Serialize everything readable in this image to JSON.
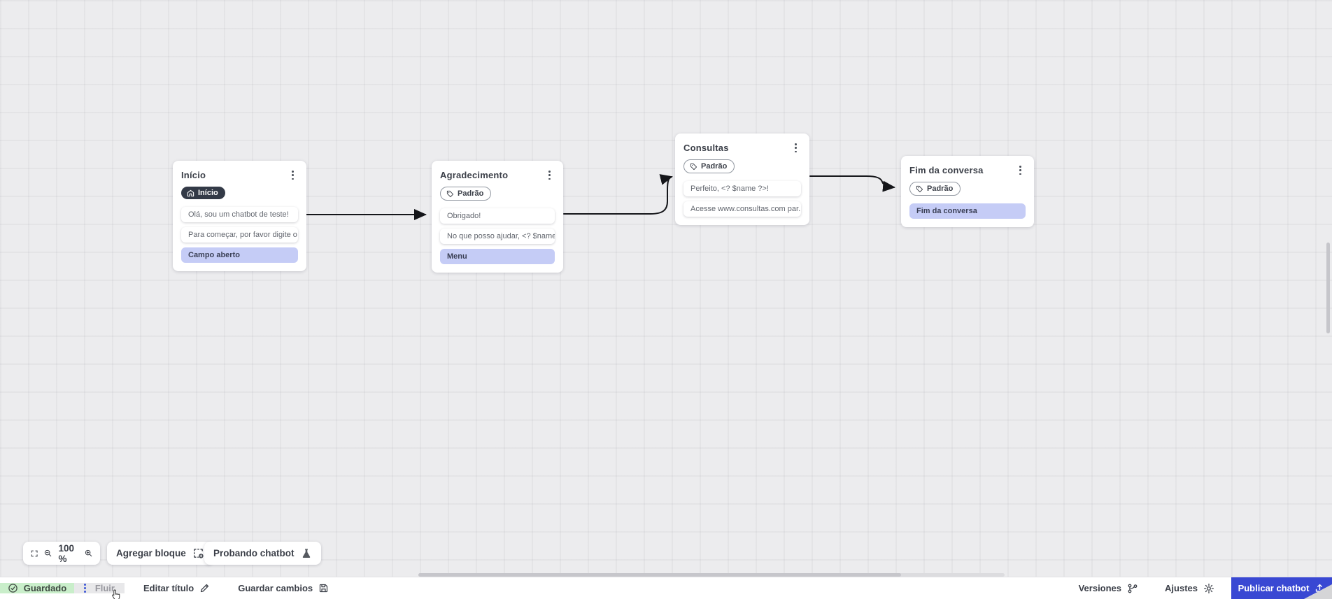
{
  "canvas": {
    "zoom_value": "100 %",
    "nodes": [
      {
        "title": "Início",
        "badge": {
          "label": "Início",
          "style": "dark",
          "icon": "home-icon"
        },
        "items": [
          {
            "type": "message",
            "text": "Olá, sou um chatbot de teste!"
          },
          {
            "type": "message",
            "text": "Para começar, por favor digite o ..."
          },
          {
            "type": "input",
            "text": "Campo aberto"
          }
        ]
      },
      {
        "title": "Agradecimento",
        "badge": {
          "label": "Padrão",
          "style": "outline",
          "icon": "tag-icon"
        },
        "items": [
          {
            "type": "message",
            "text": "Obrigado!"
          },
          {
            "type": "message",
            "text": "No que posso ajudar, <? $name ..."
          },
          {
            "type": "input",
            "text": "Menu"
          }
        ]
      },
      {
        "title": "Consultas",
        "badge": {
          "label": "Padrão",
          "style": "outline",
          "icon": "tag-icon"
        },
        "items": [
          {
            "type": "message",
            "text": "Perfeito, <? $name ?>!"
          },
          {
            "type": "message",
            "text": "Acesse www.consultas.com par..."
          }
        ]
      },
      {
        "title": "Fim da conversa",
        "badge": {
          "label": "Padrão",
          "style": "outline",
          "icon": "tag-icon"
        },
        "items": [
          {
            "type": "input",
            "text": "Fim da conversa"
          }
        ]
      }
    ]
  },
  "toolbar": {
    "zoom_value": "100 %",
    "add_block_label": "Agregar bloque",
    "test_chatbot_label": "Probando chatbot"
  },
  "statusbar": {
    "saved_label": "Guardado",
    "flow_label": "Fluir",
    "edit_title_label": "Editar título",
    "save_changes_label": "Guardar cambios",
    "versions_label": "Versiones",
    "settings_label": "Ajustes",
    "publish_label": "Publicar chatbot"
  },
  "colors": {
    "canvas_bg": "#ececee",
    "saved_green": "#c9eeca",
    "publish_blue": "#3948d3",
    "input_card_purple": "#c5ccf6",
    "dark_badge": "#333a47",
    "kebab_blue": "#4059d6",
    "edge_black": "#15161a"
  }
}
